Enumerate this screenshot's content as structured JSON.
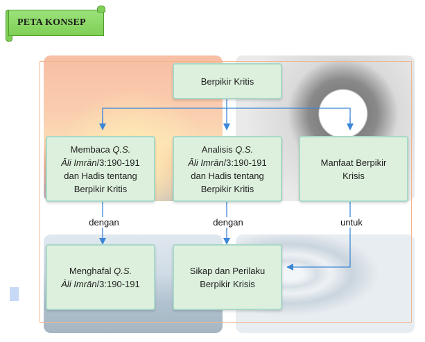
{
  "banner": {
    "title": "PETA KONSEP"
  },
  "nodes": {
    "root": "Berpikir Kritis",
    "read": {
      "line1": "Membaca ",
      "line1_em": "Q.S.",
      "line2_em": "Āli Imrān",
      "line2": "/3:190-191",
      "line3": "dan Hadis tentang",
      "line4": "Berpikir Kritis"
    },
    "analyze": {
      "line1": "Analisis ",
      "line1_em": "Q.S.",
      "line2_em": "Āli Imrān",
      "line2": "/3:190-191",
      "line3": "dan Hadis tentang",
      "line4": "Berpikir Kritis"
    },
    "benefit": {
      "line1": "Manfaat Berpikir",
      "line2": "Krisis"
    },
    "memorize": {
      "line1": "Menghafal ",
      "line1_em": "Q.S.",
      "line2_em": "Āli Imrān",
      "line2": "/3:190-191"
    },
    "attitude": {
      "line1": "Sikap dan Perilaku",
      "line2": "Berpikir Krisis"
    }
  },
  "edge_labels": {
    "read_to_memorize": "dengan",
    "analyze_to_attitude": "dengan",
    "benefit_to_attitude": "untuk"
  },
  "colors": {
    "banner": "#7fcf57",
    "node_fill": "#ddf0dd",
    "node_border": "#a8d8c8",
    "arrow": "#3b86d6",
    "frame": "#f2b58e"
  }
}
